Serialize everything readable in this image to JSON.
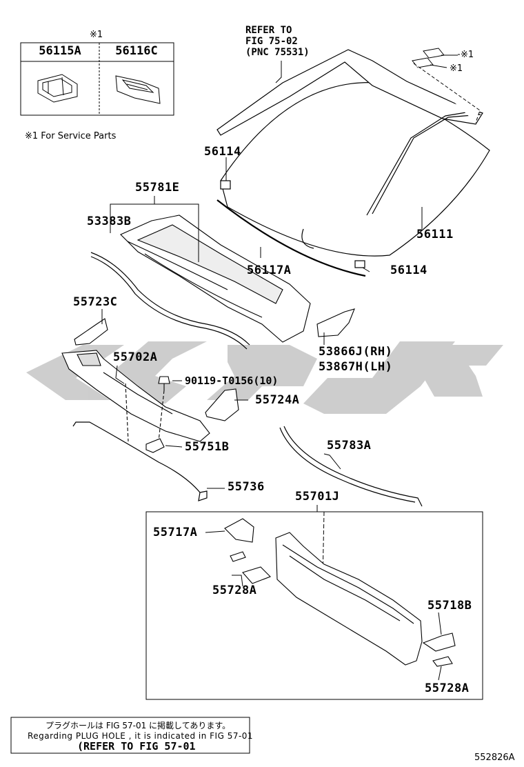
{
  "service_mark": "※1",
  "legend": {
    "header_mark": "※1",
    "col1": "56115A",
    "col2": "56116C",
    "note": "※1 For Service Parts"
  },
  "refer": {
    "line1": "REFER TO",
    "line2": "FIG 75-02",
    "line3": "(PNC 75531)"
  },
  "callouts": {
    "p56114_top": "56114",
    "p55781E": "55781E",
    "p53383B": "53383B",
    "p56111": "56111",
    "p56117A": "56117A",
    "p56114_bottom": "56114",
    "p55723C": "55723C",
    "p53866J": "53866J(RH)",
    "p53867H": "53867H(LH)",
    "p55702A": "55702A",
    "p90119": "90119-T0156(10)",
    "p55724A": "55724A",
    "p55751B": "55751B",
    "p55783A": "55783A",
    "p55736": "55736",
    "p55701J": "55701J",
    "p55717A": "55717A",
    "p55728A_left": "55728A",
    "p55718B": "55718B",
    "p55728A_right": "55728A"
  },
  "footer": {
    "jp": "プラグホールは FIG 57-01 に掲載してあります。",
    "en": "Regarding PLUG HOLE , it is indicated in FIG 57-01",
    "ref": "(REFER TO FIG 57-01"
  },
  "figure_number": "552826A"
}
